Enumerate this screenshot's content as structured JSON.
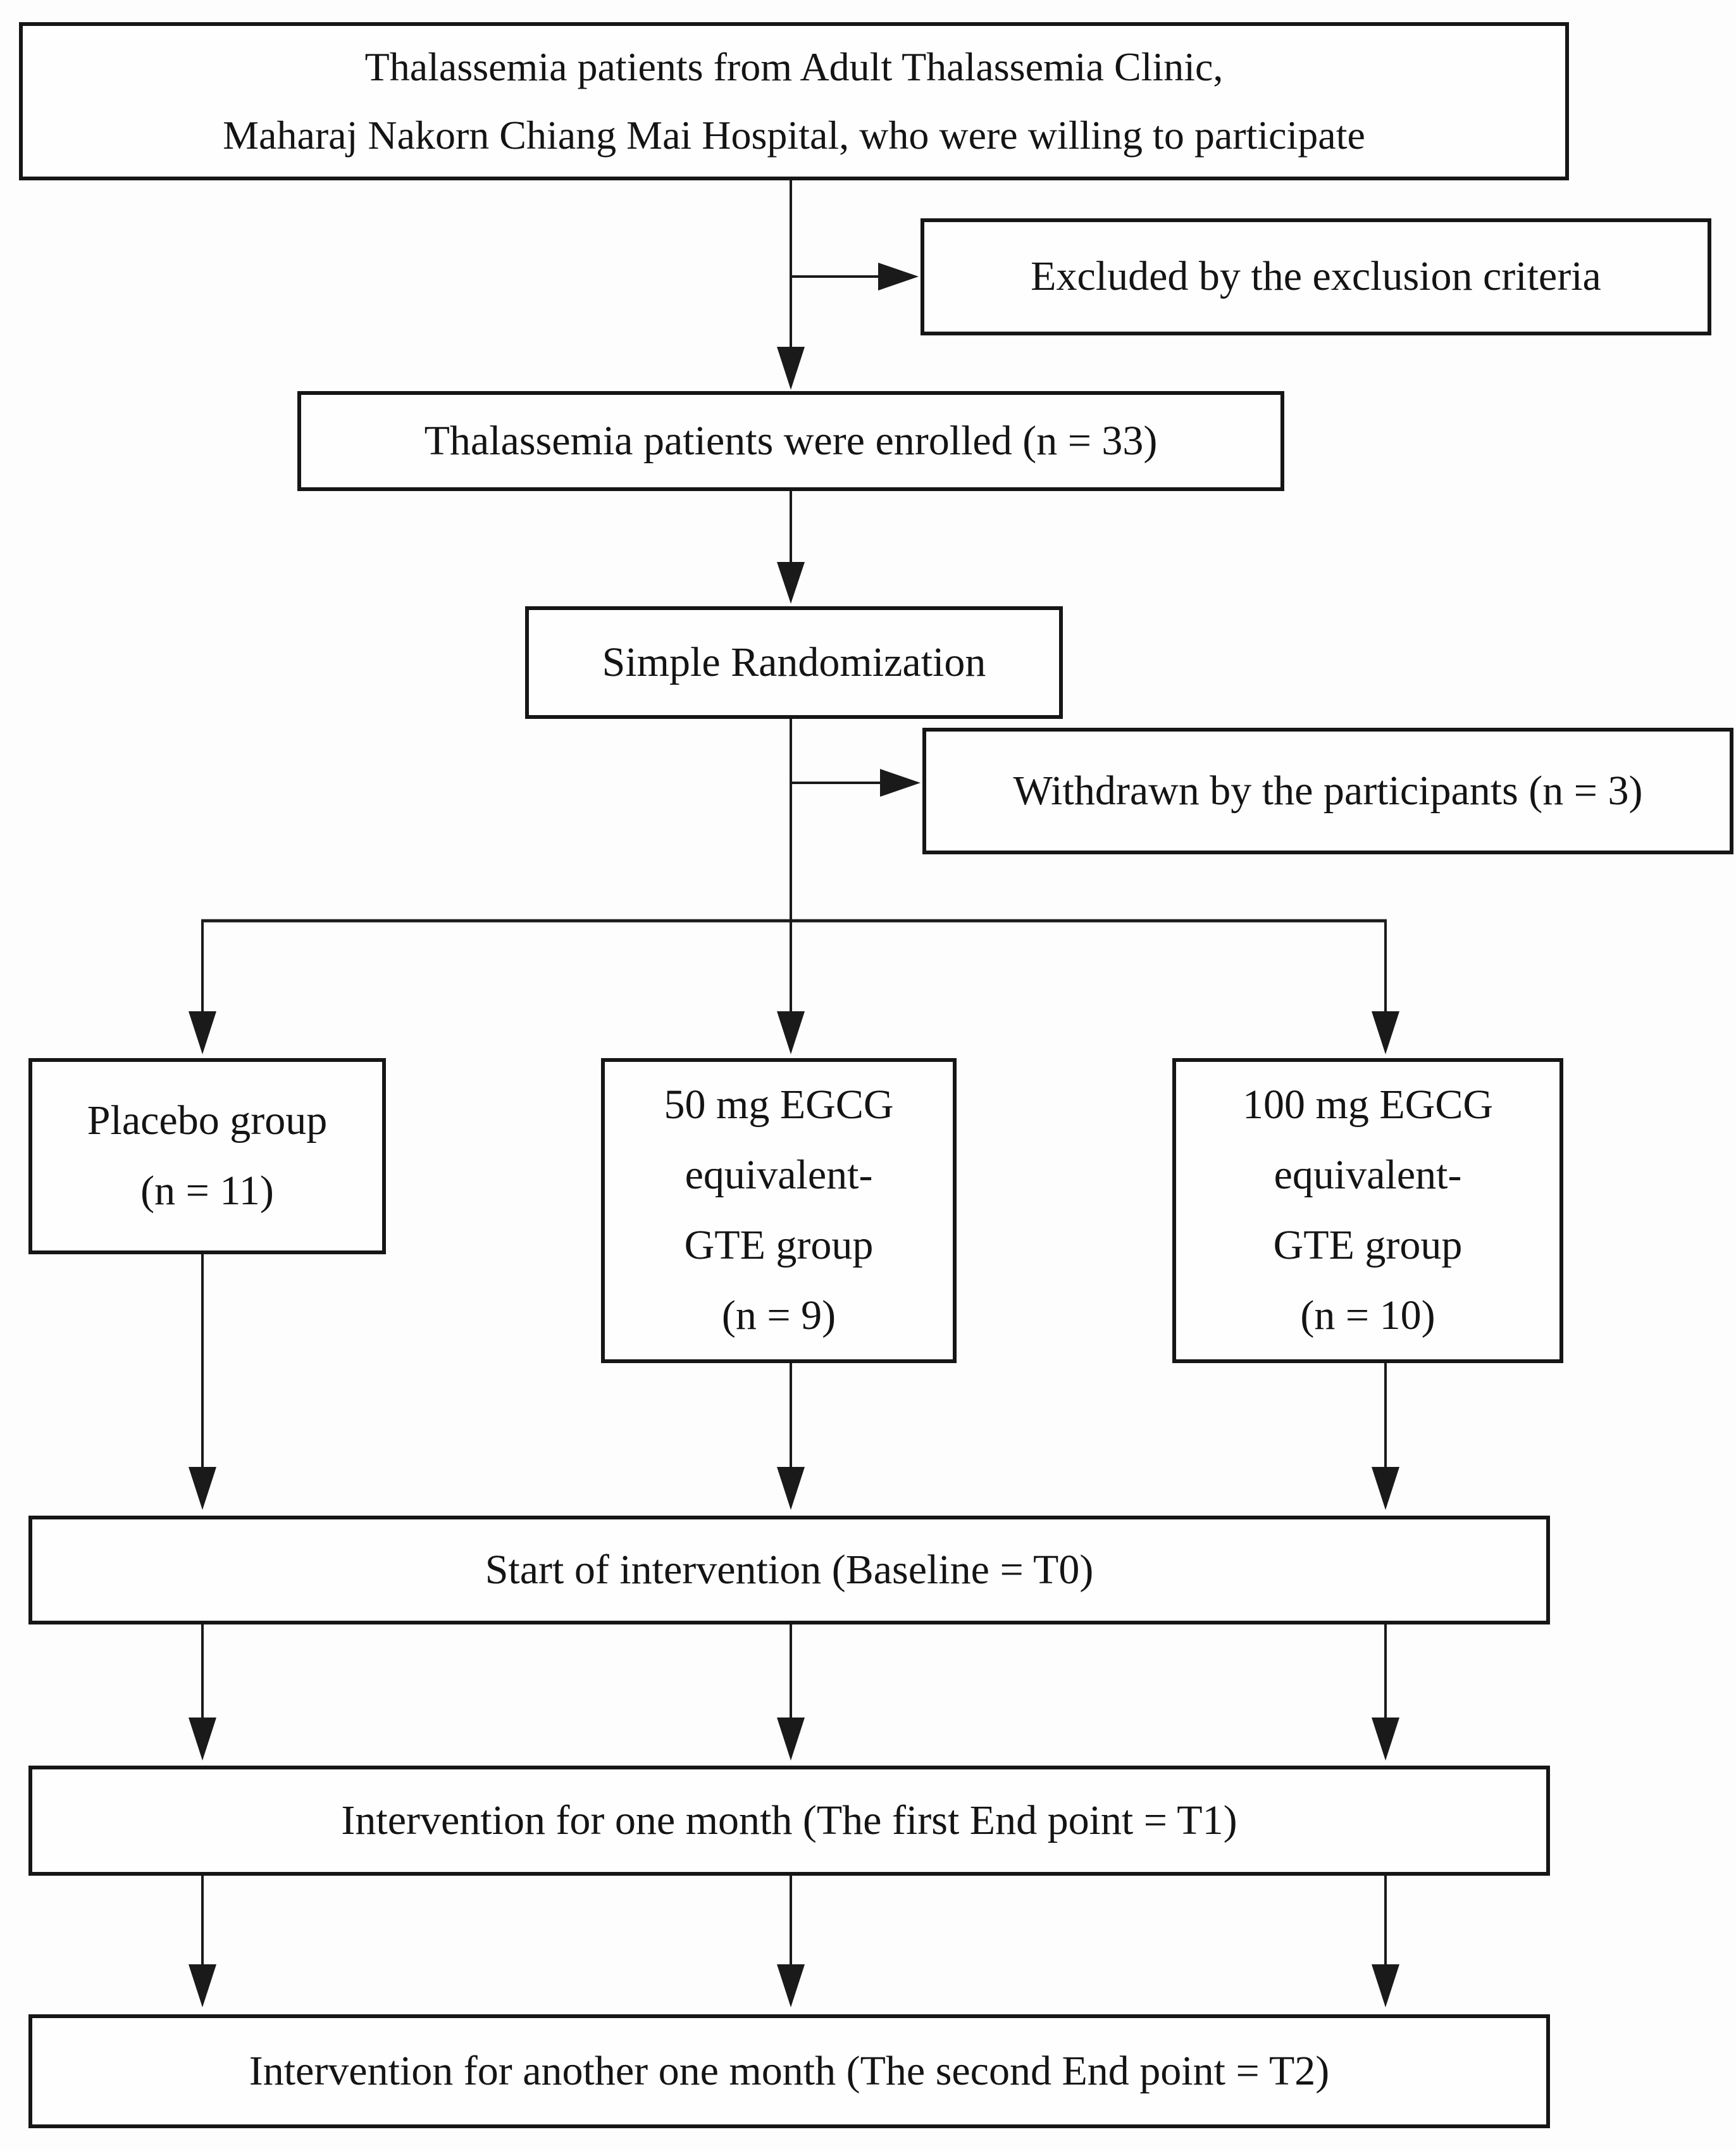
{
  "figure": {
    "background": "#fdfdfd",
    "line_color": "#1a1a1a",
    "boxes": {
      "population": {
        "lines": [
          "Thalassemia patients from Adult Thalassemia Clinic,",
          "Maharaj Nakorn Chiang Mai Hospital, who were willing to participate"
        ]
      },
      "excluded": {
        "lines": [
          "Excluded by the exclusion criteria"
        ]
      },
      "enrolled": {
        "lines": [
          "Thalassemia patients were enrolled (n = 33)"
        ]
      },
      "randomization": {
        "lines": [
          "Simple Randomization"
        ]
      },
      "withdrawn": {
        "lines": [
          "Withdrawn by the participants (n = 3)"
        ]
      },
      "placebo_group": {
        "lines": [
          "Placebo group",
          "(n = 11)"
        ]
      },
      "gte50_group": {
        "lines": [
          "50 mg EGCG",
          "equivalent-",
          "GTE group",
          "(n = 9)"
        ]
      },
      "gte100_group": {
        "lines": [
          "100 mg EGCG",
          "equivalent-",
          "GTE group",
          "(n = 10)"
        ]
      },
      "baseline": {
        "lines": [
          "Start of intervention (Baseline = T0)"
        ]
      },
      "endpoint1": {
        "lines": [
          "Intervention for one month (The first End point = T1)"
        ]
      },
      "endpoint2": {
        "lines": [
          "Intervention for another one month (The second End point = T2)"
        ]
      }
    }
  }
}
